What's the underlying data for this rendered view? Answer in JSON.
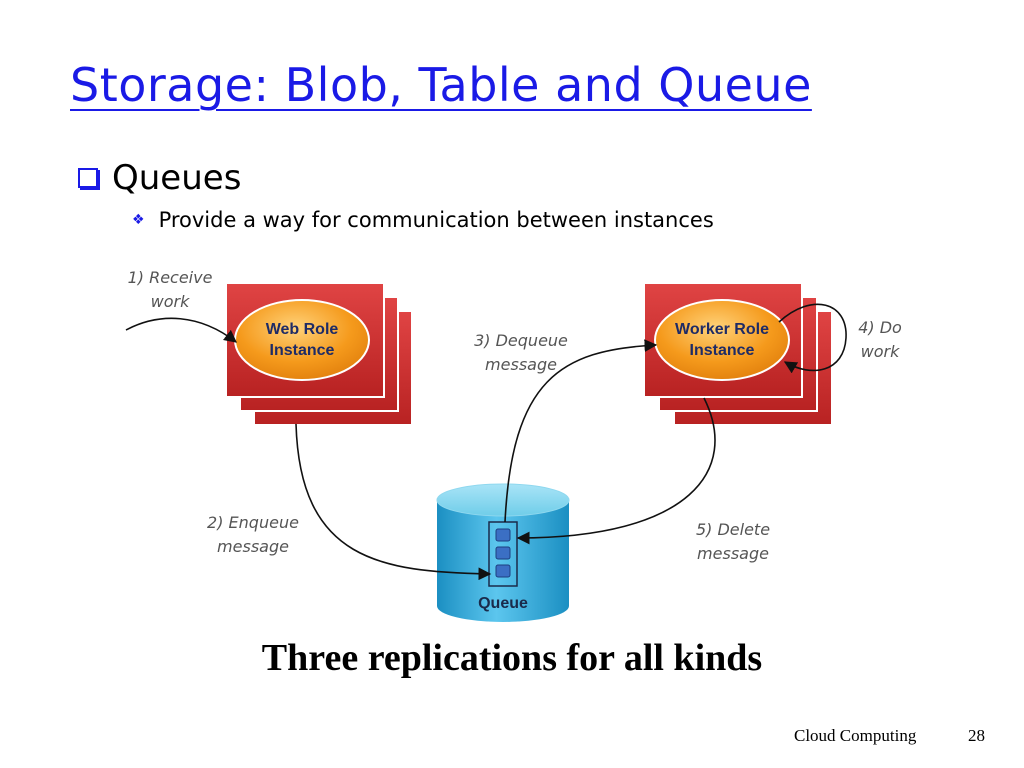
{
  "slide": {
    "title": "Storage: Blob, Table and Queue",
    "bullet_level1": "Queues",
    "bullet_level2": "Provide a way for communication between instances",
    "caption": "Three replications for all kinds",
    "footer": "Cloud Computing",
    "page_number": "28"
  },
  "diagram": {
    "web_role": {
      "line1": "Web Role",
      "line2": "Instance"
    },
    "worker_role": {
      "line1": "Worker Role",
      "line2": "Instance"
    },
    "queue_label": "Queue",
    "steps": {
      "receive": {
        "line1": "1) Receive",
        "line2": "work"
      },
      "enqueue": {
        "line1": "2) Enqueue",
        "line2": "message"
      },
      "dequeue": {
        "line1": "3) Dequeue",
        "line2": "message"
      },
      "do_work": {
        "line1": "4) Do",
        "line2": "work"
      },
      "delete": {
        "line1": "5) Delete",
        "line2": "message"
      }
    },
    "colors": {
      "instance_box": "#d23434",
      "instance_oval": "#f59a1c",
      "queue_cylinder": "#2aa6d6",
      "queue_item": "#3b6fc4"
    }
  }
}
